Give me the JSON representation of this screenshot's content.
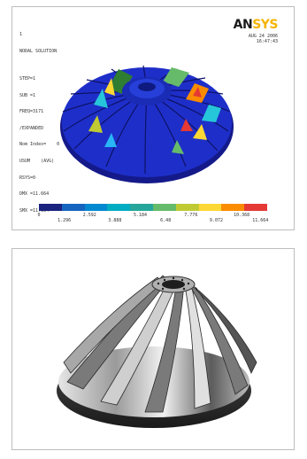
{
  "ansys": {
    "info_lines": [
      "1",
      "NODAL SOLUTION",
      "",
      "STEP=1",
      "SUB =1",
      "FREQ=3171",
      "/EXPANDED",
      "Nom Index=    0",
      "USUM    (AVG)",
      "RSYS=0",
      "DMX =11.664",
      "SMX =11.664"
    ],
    "logo_left": "AN",
    "logo_right": "SYS",
    "date_line1": "AUG 24 2006",
    "date_line2": "16:47:43",
    "legend_colors": [
      "#1a237e",
      "#1565c0",
      "#0288d1",
      "#00acc1",
      "#26a69a",
      "#66bb6a",
      "#c0ca33",
      "#fdd835",
      "#fb8c00",
      "#e53935"
    ],
    "legend_labels_top": [
      "0",
      "2.592",
      "5.184",
      "7.776",
      "10.368"
    ],
    "legend_labels_bottom": [
      "1.296",
      "3.888",
      "6.48",
      "9.072",
      "11.664"
    ]
  }
}
